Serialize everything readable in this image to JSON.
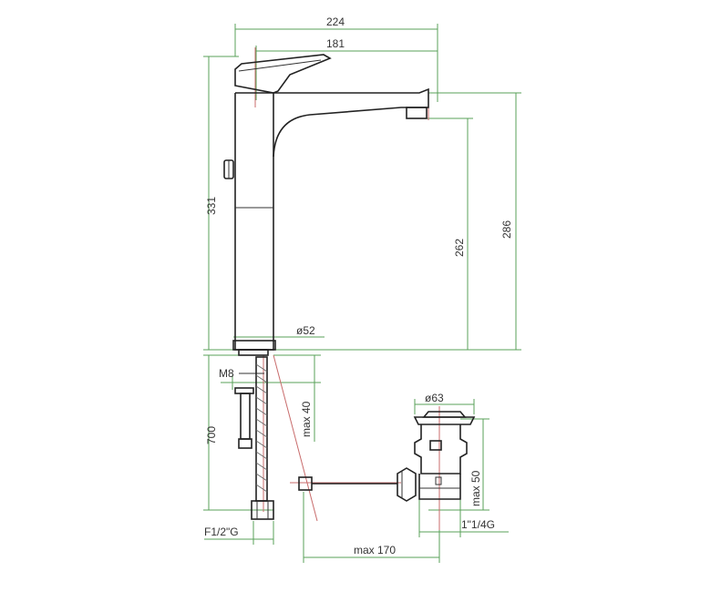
{
  "colors": {
    "outline": "#222222",
    "dimension_line": "#5aa05a",
    "guide_line": "#c86b6b",
    "text": "#333333",
    "background": "#ffffff"
  },
  "dimensions": {
    "total_width": "224",
    "spout_reach": "181",
    "total_height": "331",
    "outlet_height": "262",
    "spout_top_height": "286",
    "base_diameter": "ø52",
    "supply_length": "700",
    "max_40": "max 40",
    "stud_thread": "M8",
    "hose_connection": "F1/2\"G",
    "waste_diameter": "ø63",
    "max_50": "max 50",
    "waste_thread": "1\"1/4G",
    "max_170": "max 170"
  }
}
